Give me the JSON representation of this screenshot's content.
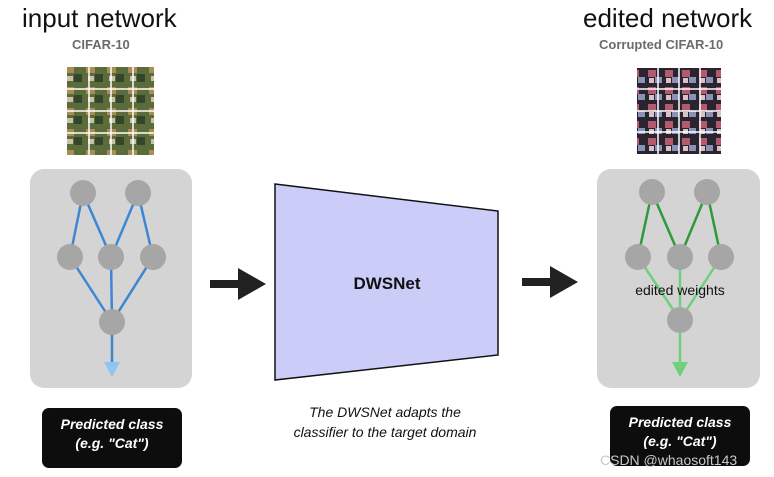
{
  "left": {
    "title": "input network",
    "subtitle": "CIFAR-10",
    "predicted_line1": "Predicted class",
    "predicted_line2": "(e.g. \"Cat\")",
    "edge_color": "#3f86d2",
    "arrow_color": "#8ec5f3"
  },
  "center": {
    "label": "DWSNet",
    "fill_color": "#ccccf9",
    "caption_line1": "The DWSNet adapts the",
    "caption_line2": "classifier to the target domain"
  },
  "right": {
    "title": "edited network",
    "subtitle": "Corrupted CIFAR-10",
    "weights_label": "edited weights",
    "predicted_line1": "Predicted class",
    "predicted_line2": "(e.g. \"Cat\")",
    "edge_color": "#2f9a3a",
    "arrow_color": "#6fcf7d"
  },
  "watermark": "CSDN @whaosoft143"
}
